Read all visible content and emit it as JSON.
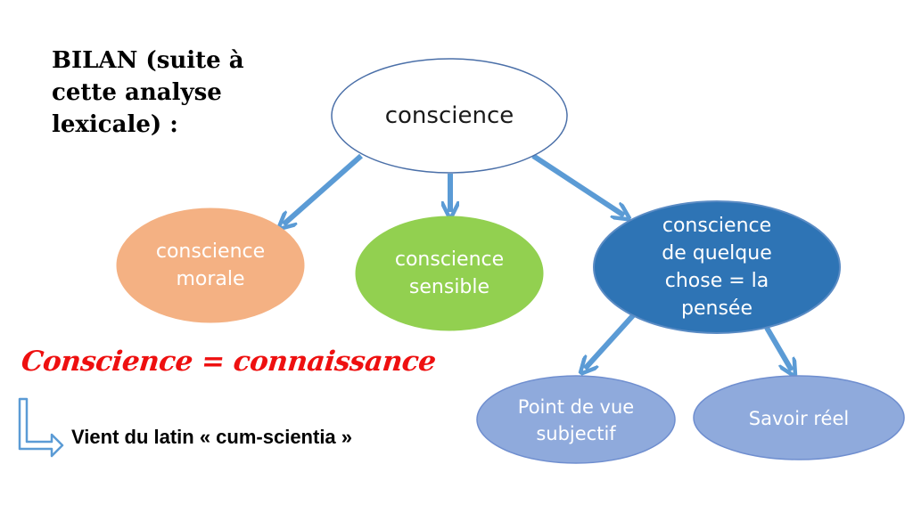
{
  "bilan": {
    "lines": [
      "BILAN (suite à",
      "cette analyse",
      "lexicale) :"
    ]
  },
  "nodes": {
    "root": {
      "lines": [
        "conscience"
      ],
      "fill": "#ffffff",
      "stroke": "#4a6fa8",
      "text_color": "#1a1a1a"
    },
    "morale": {
      "lines": [
        "conscience",
        "morale"
      ],
      "fill": "#f4b183",
      "stroke": "#f4b183",
      "text_color": "#ffffff"
    },
    "sensible": {
      "lines": [
        "conscience",
        "sensible"
      ],
      "fill": "#92d050",
      "stroke": "#92d050",
      "text_color": "#ffffff"
    },
    "pensee": {
      "lines": [
        "conscience",
        "de quelque",
        "chose = la",
        "pensée"
      ],
      "fill": "#2e74b5",
      "stroke": "#5a8bc4",
      "text_color": "#ffffff"
    },
    "subjectif": {
      "lines": [
        "Point de vue",
        "subjectif"
      ],
      "fill": "#8faadc",
      "stroke": "#6f8ecf",
      "text_color": "#ffffff"
    },
    "reel": {
      "lines": [
        "Savoir réel"
      ],
      "fill": "#8faadc",
      "stroke": "#6f8ecf",
      "text_color": "#ffffff"
    }
  },
  "colors": {
    "arrow": "#5b9bd5",
    "equation": "#ee1010"
  },
  "equation": "Conscience = connaissance",
  "etymology": "Vient du latin « cum-scientia »"
}
